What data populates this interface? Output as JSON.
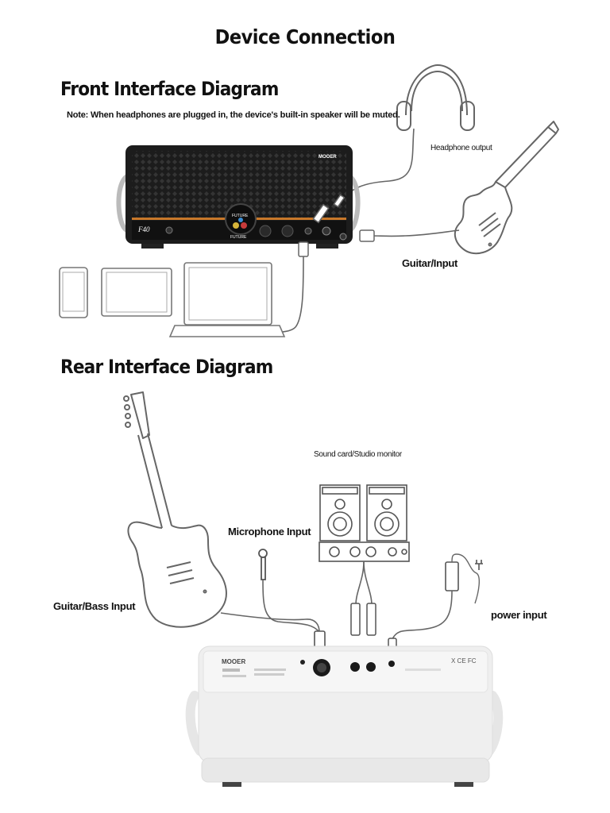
{
  "page": {
    "title": "Device Connection"
  },
  "front": {
    "heading": "Front Interface Diagram",
    "note": "Note: When headphones are plugged in, the device's built-in speaker will be muted.",
    "labels": {
      "headphone": "Headphone output",
      "guitar": "Guitar/Input"
    },
    "device": {
      "brand": "MOOER",
      "model": "F40",
      "screen_text": "FUTURE",
      "panel_text": "FUTURE"
    }
  },
  "rear": {
    "heading": "Rear Interface Diagram",
    "labels": {
      "soundcard": "Sound card/Studio monitor",
      "microphone": "Microphone Input",
      "guitar_bass": "Guitar/Bass Input",
      "power": "power input"
    },
    "device": {
      "brand": "MOOER",
      "certifications": "X CE FC"
    }
  },
  "colors": {
    "device_body": "#1c1c1c",
    "accent_orange": "#c8782a",
    "line": "#555555",
    "rear_body": "#eeeeee"
  }
}
